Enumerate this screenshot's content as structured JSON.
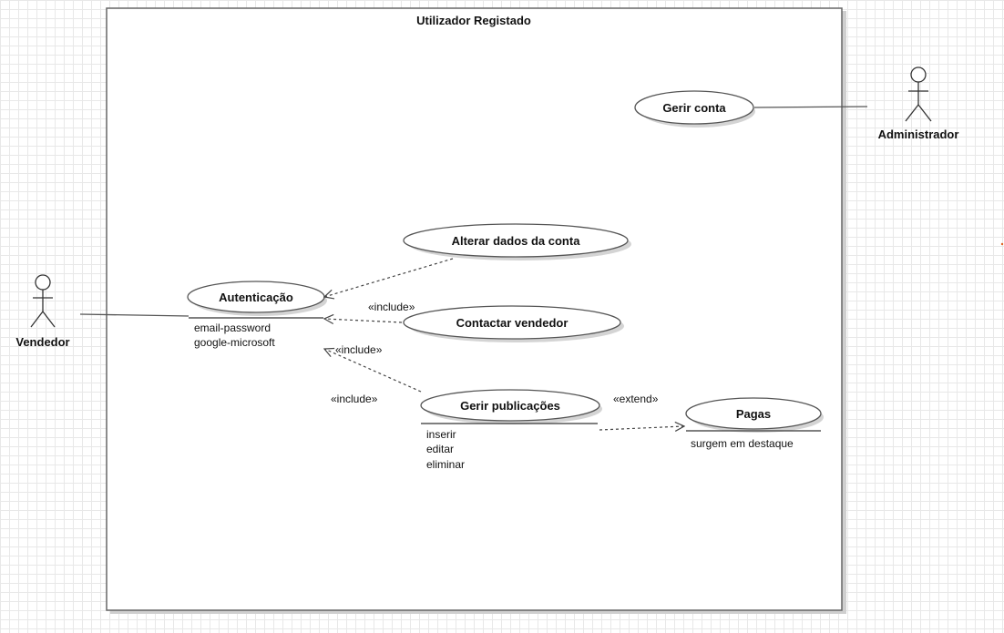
{
  "system": {
    "title": "Utilizador Registado"
  },
  "actors": {
    "administrador": {
      "name": "Administrador"
    },
    "vendedor": {
      "name": "Vendedor"
    }
  },
  "use_cases": {
    "gerir_conta": {
      "name": "Gerir conta"
    },
    "alterar_dados": {
      "name": "Alterar dados da conta"
    },
    "autenticacao": {
      "name": "Autenticação",
      "items": [
        "email-password",
        "google-microsoft"
      ]
    },
    "contactar_vendedor": {
      "name": "Contactar vendedor"
    },
    "gerir_publicacoes": {
      "name": "Gerir publicações",
      "items": [
        "inserir",
        "editar",
        "eliminar"
      ]
    },
    "pagas": {
      "name": "Pagas",
      "items": [
        "surgem em destaque"
      ]
    }
  },
  "relations": {
    "include_contactar": "«include»",
    "include_publicacoes_1": "«include»",
    "include_publicacoes_2": "«include»",
    "extend_pagas": "«extend»"
  }
}
